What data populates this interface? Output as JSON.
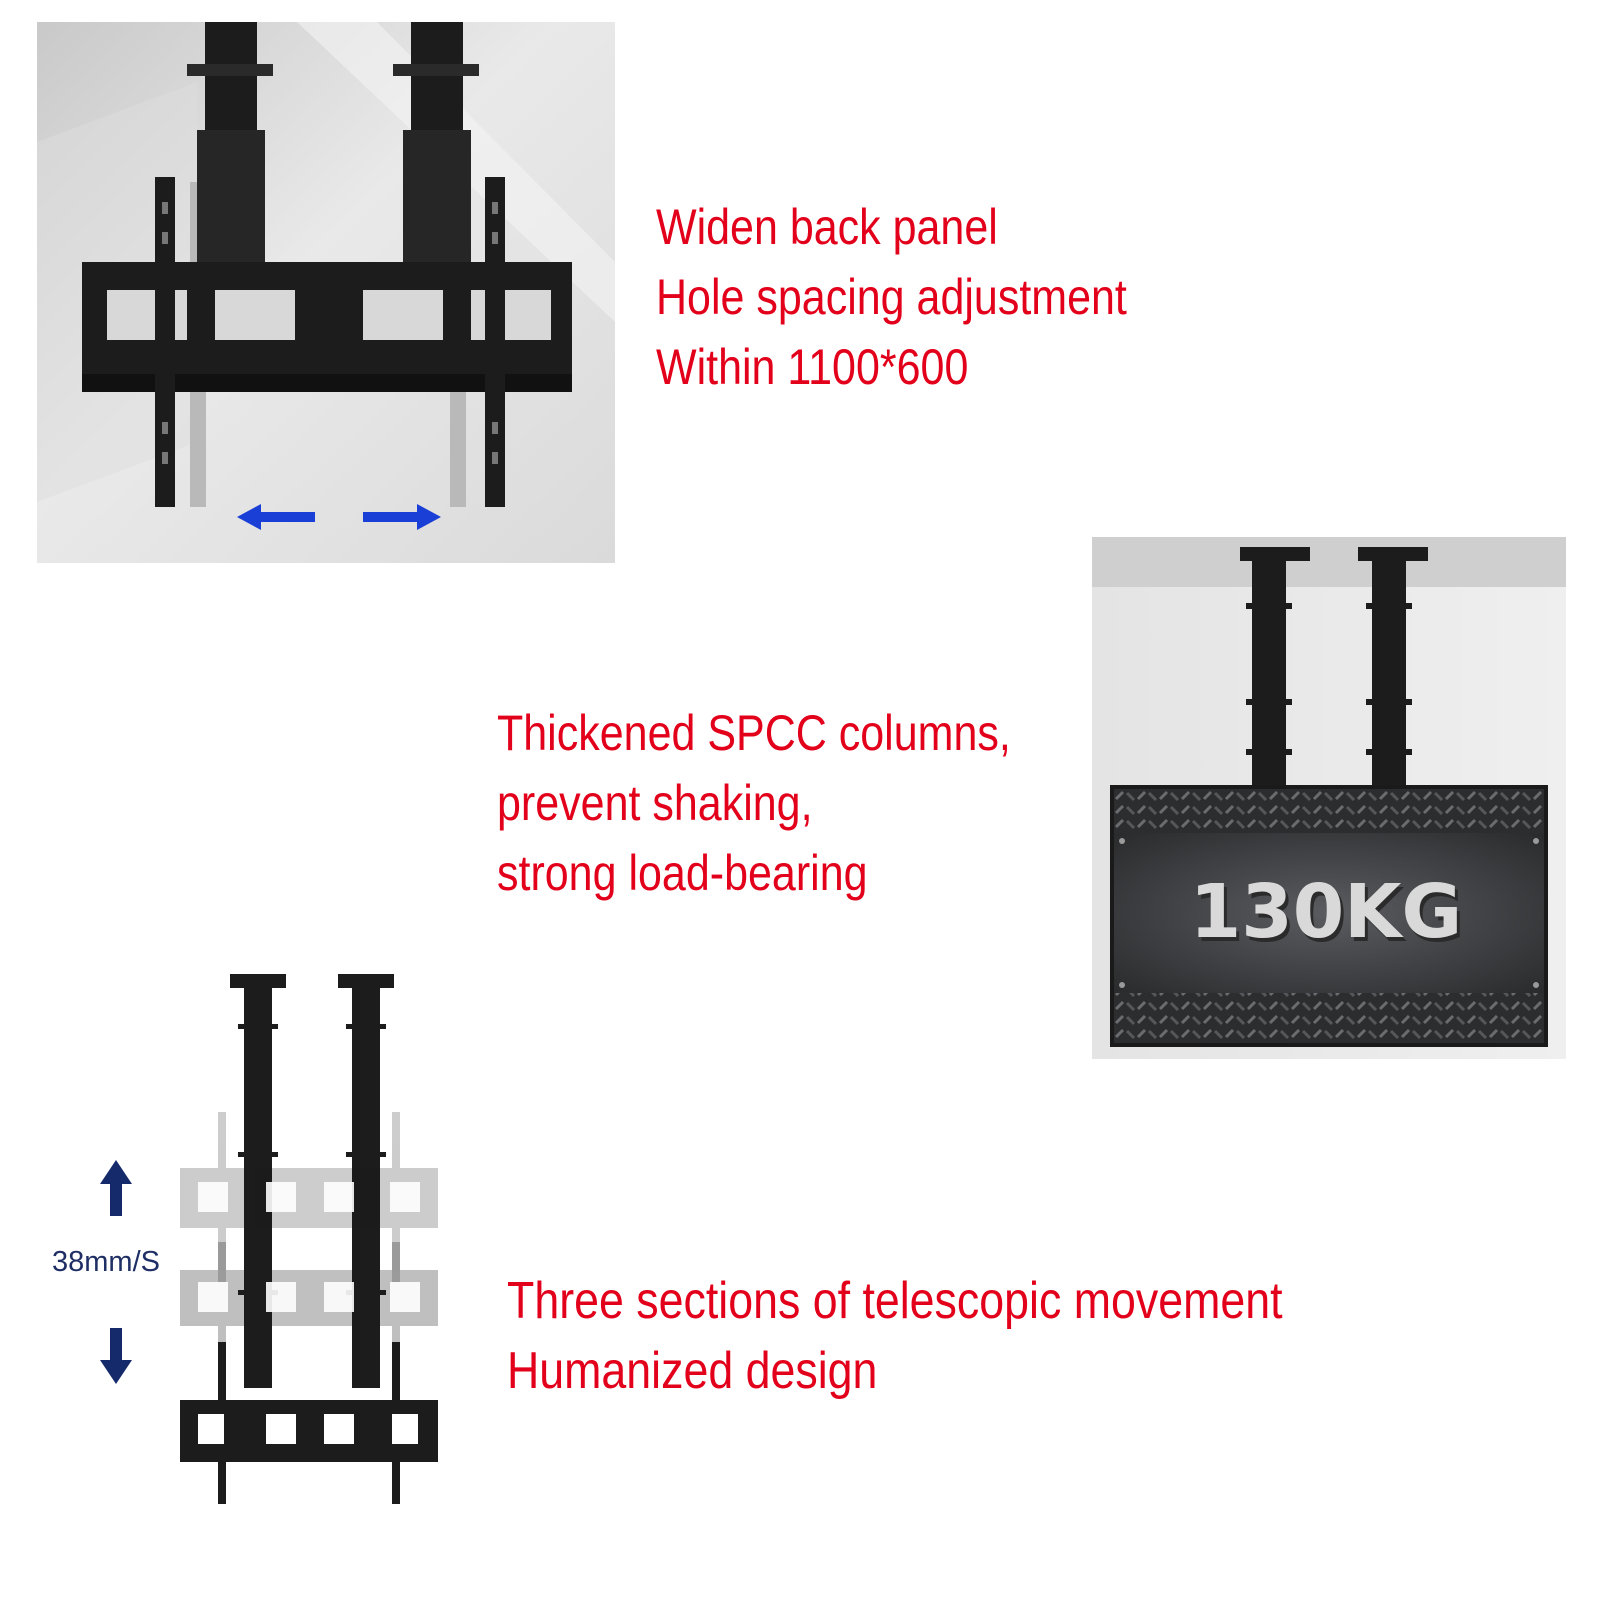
{
  "features": [
    {
      "lines": [
        "Widen back panel",
        "Hole spacing adjustment",
        "Within 1100*600"
      ]
    },
    {
      "lines": [
        "Thickened SPCC columns,",
        "prevent shaking,",
        "strong load-bearing"
      ]
    },
    {
      "lines": [
        "Three sections of telescopic movement",
        "Humanized design"
      ]
    }
  ],
  "load_label": "130KG",
  "speed_label": "38mm/S",
  "colors": {
    "feature_text": "#e3001b",
    "arrow_horizontal": "#1a3fd6",
    "arrow_vertical": "#152a6b",
    "bracket": "#1c1c1c",
    "steel_plate": "#3a3c3f"
  }
}
